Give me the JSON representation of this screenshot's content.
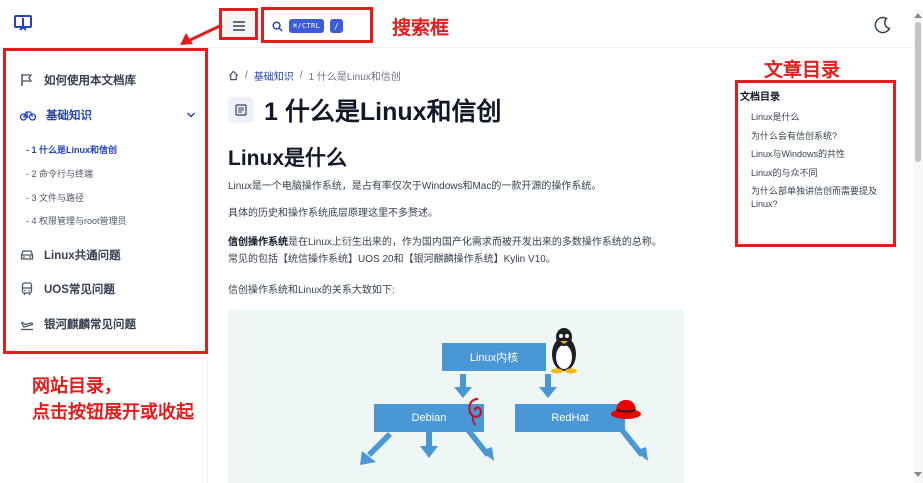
{
  "header": {
    "menu_icon": "hamburger-menu-icon",
    "search_icon": "search-icon",
    "search_shortcut": "⌘/CTRL",
    "search_slash": "/",
    "theme_icon": "moon-icon"
  },
  "annotations": {
    "search": "搜索框",
    "toc": "文章目录",
    "sidebar_line1": "网站目录，",
    "sidebar_line2": "点击按钮展开或收起"
  },
  "sidebar": {
    "items": [
      {
        "label": "如何使用本文档库",
        "icon": "flag-icon"
      },
      {
        "label": "基础知识",
        "icon": "bicycle-icon"
      },
      {
        "label": "Linux共通问题",
        "icon": "car-icon"
      },
      {
        "label": "UOS常见问题",
        "icon": "train-icon"
      },
      {
        "label": "银河麒麟常见问题",
        "icon": "plane-icon"
      }
    ],
    "subitems": [
      "1 什么是Linux和信创",
      "2 命令行与终端",
      "3 文件与路径",
      "4 权限管理与root管理员"
    ]
  },
  "main": {
    "breadcrumb": {
      "home_icon": "home-icon",
      "section": "基础知识",
      "current": "1 什么是Linux和信创"
    },
    "title": "1 什么是Linux和信创",
    "h2": "Linux是什么",
    "p1": "Linux是一个电脑操作系统，是占有率仅次于Windows和Mac的一款开源的操作系统。",
    "p2": "具体的历史和操作系统底层原理这里不多赘述。",
    "p3_bold": "信创操作系统",
    "p3_rest": "是在Linux上衍生出来的，作为国内国产化需求而被开发出来的多数操作系统的总称。",
    "p3_line2": "常见的包括【统信操作系统】UOS 20和【银河麒麟操作系统】Kylin V10。",
    "p4": "信创操作系统和Linux的关系大致如下:",
    "diagram": {
      "kernel": "Linux内核",
      "debian": "Debian",
      "redhat": "RedHat"
    }
  },
  "toc": {
    "title": "文档目录",
    "items": [
      "Linux是什么",
      "为什么会有信创系统?",
      "Linux与Windows的共性",
      "Linux的与众不同",
      "为什么部单独讲信创而需要提及Linux?"
    ]
  },
  "colors": {
    "accent": "#2643b8",
    "annotation": "#e41c1c",
    "diagram_node": "#4a97d6"
  }
}
